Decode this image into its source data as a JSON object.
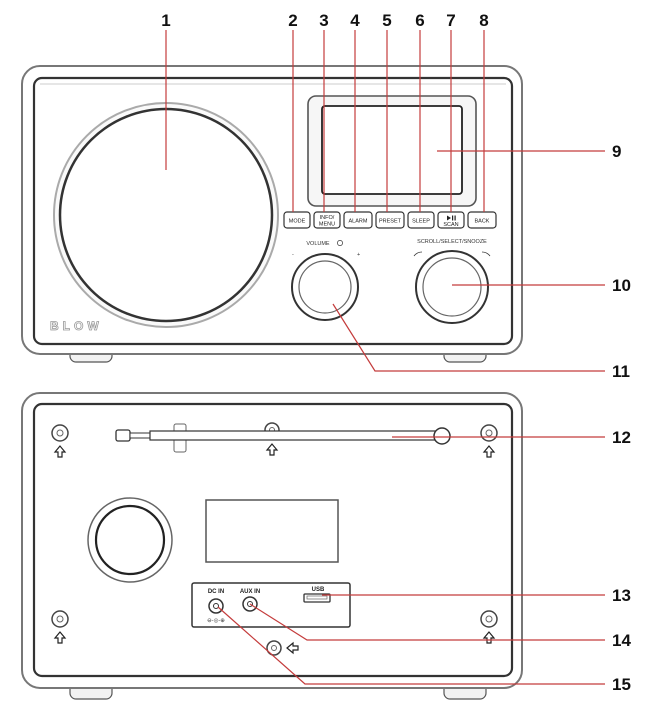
{
  "callouts": [
    "1",
    "2",
    "3",
    "4",
    "5",
    "6",
    "7",
    "8",
    "9",
    "10",
    "11",
    "12",
    "13",
    "14",
    "15"
  ],
  "front": {
    "brand": "BLOW",
    "buttons": [
      "MODE",
      "INFO/",
      "MENU",
      "ALARM",
      "PRESET",
      "SLEEP",
      "SCAN",
      "BACK"
    ],
    "volume_label": "VOLUME",
    "scroll_label": "SCROLL/SELECT/SNOOZE",
    "minus": "-",
    "plus": "+"
  },
  "back": {
    "dc_in": "DC IN",
    "aux_in": "AUX IN",
    "usb": "USB",
    "dc_symbol": "⊖-◎-⊕"
  }
}
